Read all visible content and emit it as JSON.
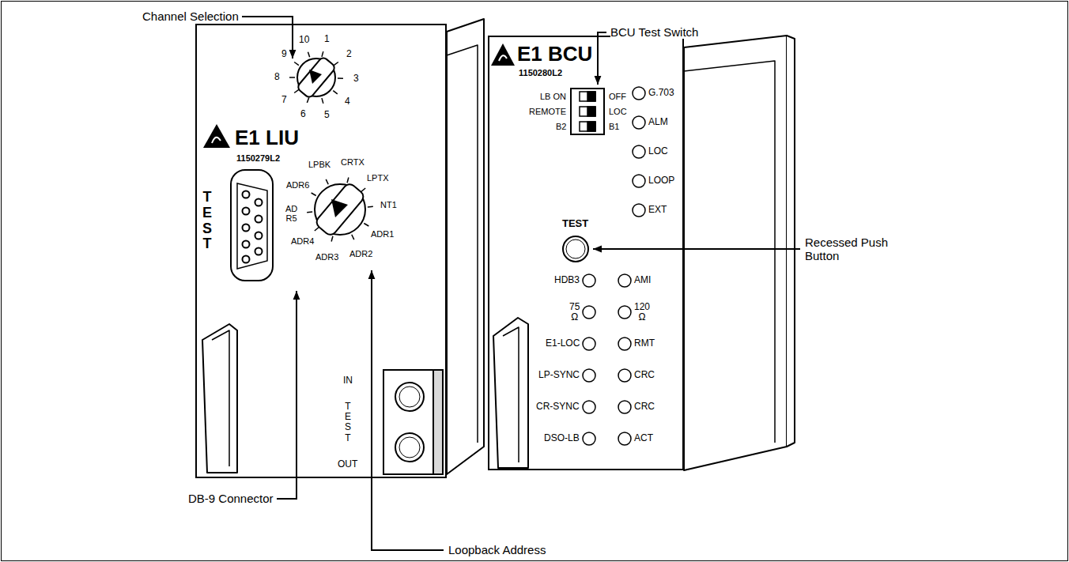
{
  "diagram": {
    "nodes": [
      {
        "text": [
          "E1 LIU",
          "1150279L2"
        ]
      },
      {
        "text": [
          "E1 BCU",
          "1150280L2"
        ]
      }
    ],
    "labels": [
      "Channel Selection",
      "BCU Test Switch",
      "Recessed Push Button",
      "DB-9 Connector",
      "Loopback Address",
      "10",
      "1",
      "2",
      "3",
      "4",
      "5",
      "6",
      "7",
      "8",
      "9",
      "LPBK",
      "CRTX",
      "LPTX",
      "NT1",
      "ADR1",
      "ADR2",
      "ADR3",
      "ADR4",
      "AD R5",
      "ADR6",
      "TEST",
      "IN",
      "TEST",
      "OUT",
      "LB ON",
      "REMOTE",
      "B2",
      "OFF",
      "LOC",
      "B1",
      "TEST",
      "G.703",
      "ALM",
      "LOC",
      "LOOP",
      "EXT",
      "HDB3",
      "AMI",
      "75 Ω",
      "120 Ω",
      "E1-LOC",
      "RMT",
      "LP-SYNC",
      "CRC",
      "CR-SYNC",
      "CRC",
      "DSO-LB",
      "ACT"
    ]
  }
}
